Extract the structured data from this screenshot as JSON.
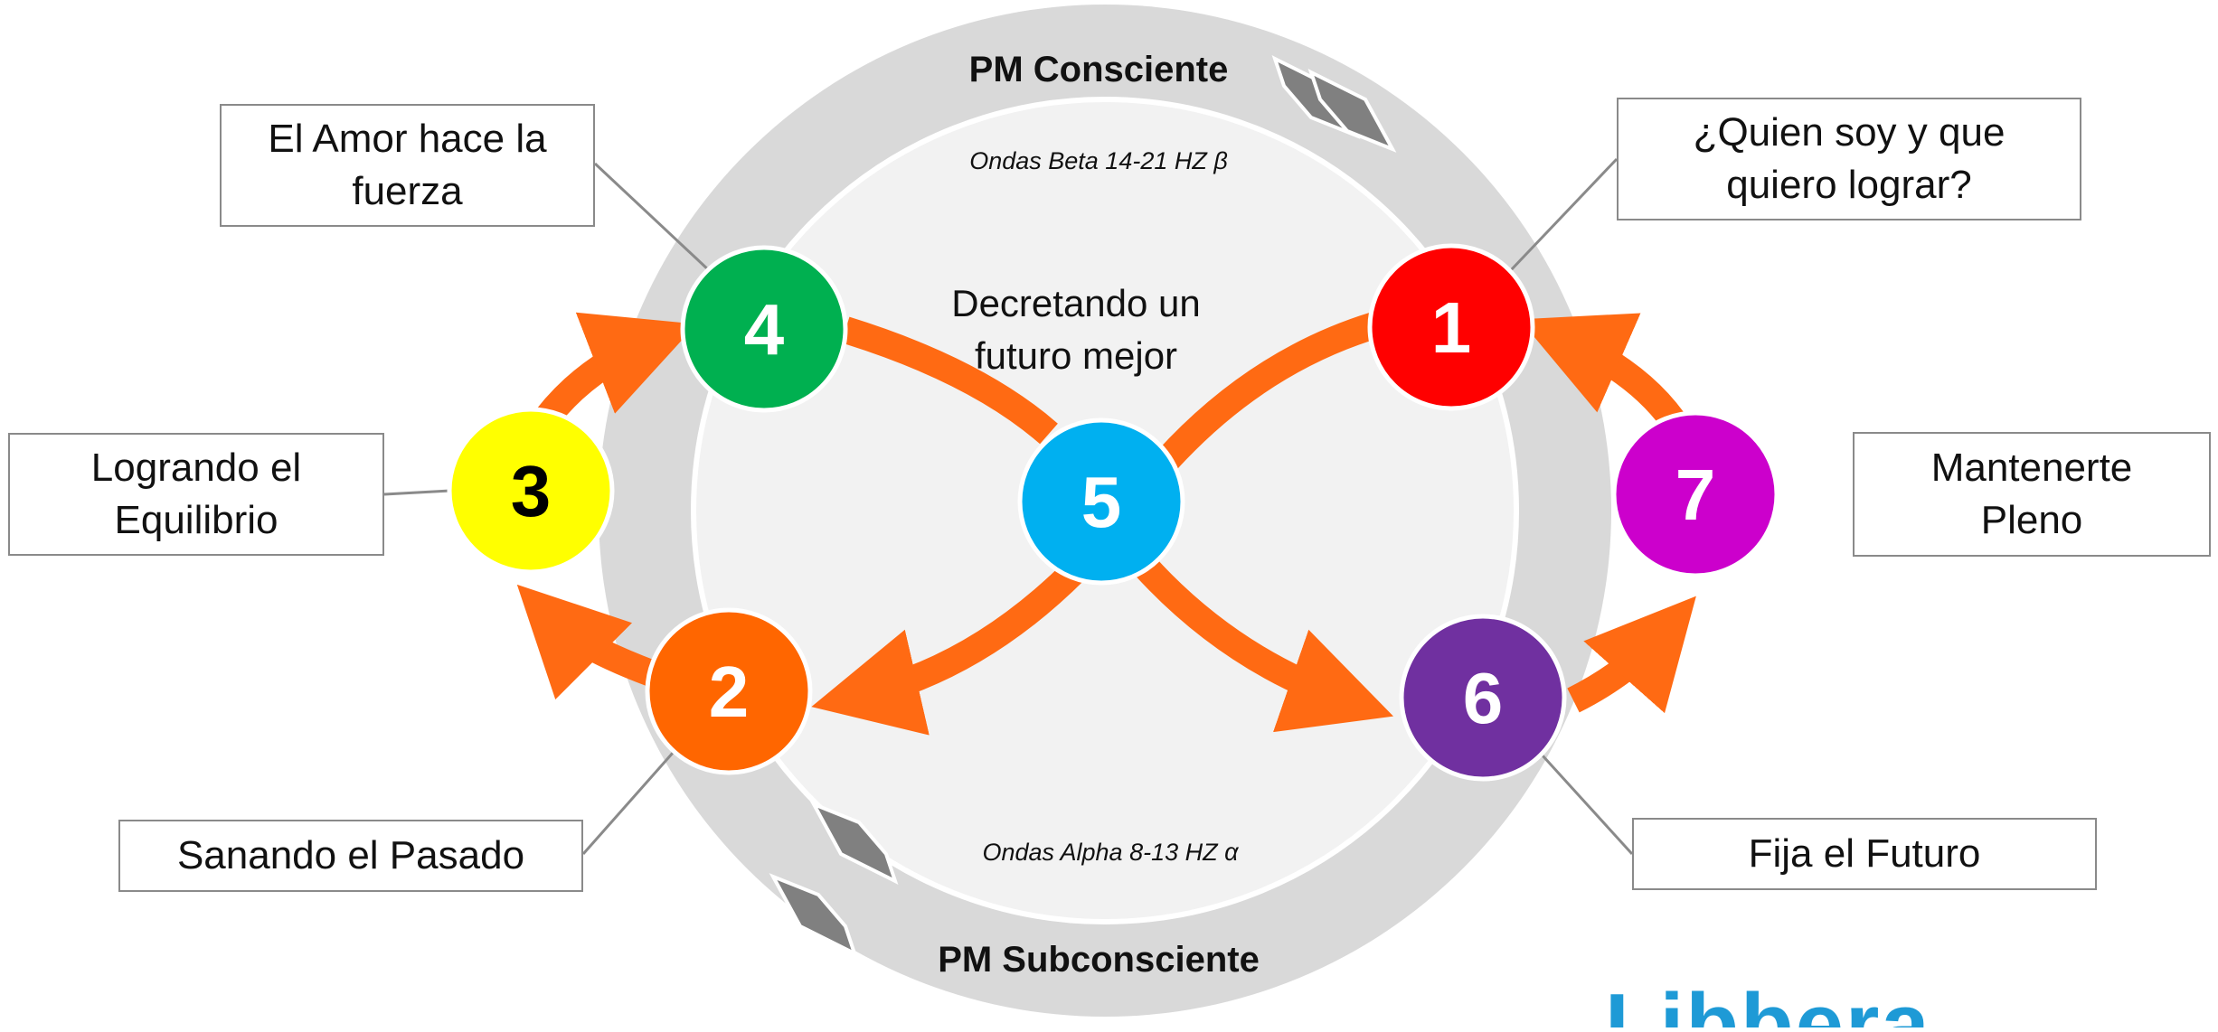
{
  "rings": {
    "top_label": "PM Consciente",
    "bottom_label": "PM Subconsciente",
    "beta_text": "Ondas Beta 14-21 HZ β",
    "alpha_text": "Ondas Alpha 8-13 HZ α",
    "center_text_line1": "Decretando un",
    "center_text_line2": "futuro mejor"
  },
  "nodes": [
    {
      "id": "1",
      "color": "#ff0000",
      "text_color": "#ffffff"
    },
    {
      "id": "2",
      "color": "#ff6600",
      "text_color": "#ffffff"
    },
    {
      "id": "3",
      "color": "#ffff00",
      "text_color": "#000000"
    },
    {
      "id": "4",
      "color": "#00b050",
      "text_color": "#ffffff"
    },
    {
      "id": "5",
      "color": "#00b0f0",
      "text_color": "#ffffff"
    },
    {
      "id": "6",
      "color": "#7030a0",
      "text_color": "#ffffff"
    },
    {
      "id": "7",
      "color": "#cc00cc",
      "text_color": "#ffffff"
    }
  ],
  "labels": {
    "box1": "¿Quien soy y que\nquiero lograr?",
    "box2": "Sanando el Pasado",
    "box3": "Logrando el\nEquilibrio",
    "box4": "El Amor hace la\nfuerza",
    "box6": "Fija el Futuro",
    "box7": "Mantenerte\nPleno"
  },
  "logo": {
    "text": "Libbera"
  },
  "colors": {
    "arrow": "#ff6a13",
    "outer_ring": "#d9d9d9",
    "inner_circle": "#f2f2f2",
    "chevron": "#808080",
    "logo": "#1e9ad6"
  }
}
